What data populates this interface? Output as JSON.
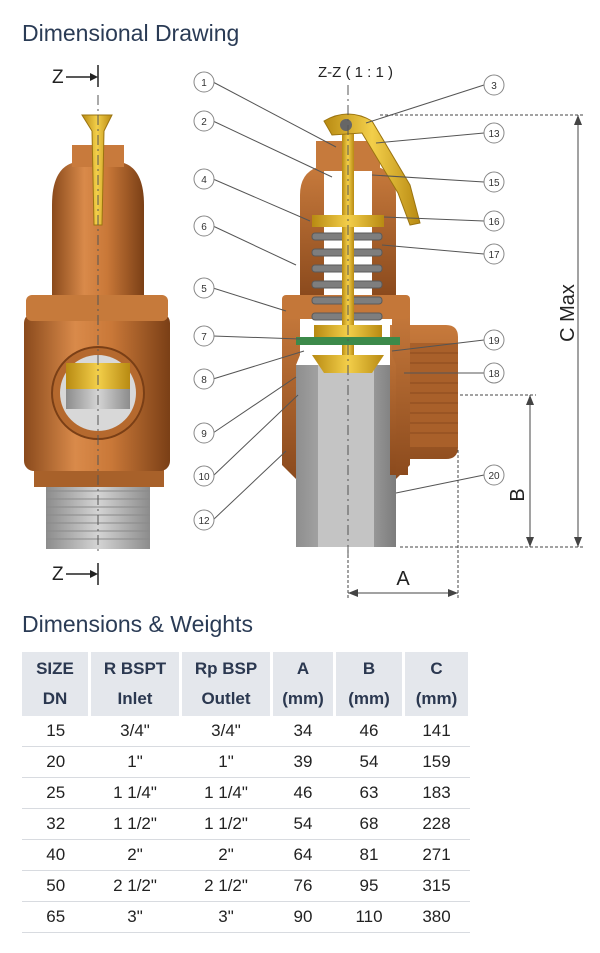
{
  "drawing_title": "Dimensional Drawing",
  "drawing": {
    "section_label": "Z-Z ( 1 : 1 )",
    "section_marker_top": "Z",
    "section_marker_bottom": "Z",
    "callouts_left": [
      "1",
      "2",
      "4",
      "6",
      "5",
      "7",
      "8",
      "9",
      "10",
      "12"
    ],
    "callouts_right": [
      "3",
      "13",
      "15",
      "16",
      "17",
      "19",
      "18",
      "20"
    ],
    "dim_a": "A",
    "dim_b": "B",
    "dim_c": "C Max"
  },
  "table_title": "Dimensions & Weights",
  "table": {
    "headers": [
      [
        "SIZE",
        "DN"
      ],
      [
        "R BSPT",
        "Inlet"
      ],
      [
        "Rp BSP",
        "Outlet"
      ],
      [
        "A",
        "(mm)"
      ],
      [
        "B",
        "(mm)"
      ],
      [
        "C",
        "(mm)"
      ]
    ],
    "rows": [
      [
        "15",
        "3/4\"",
        "3/4\"",
        "34",
        "46",
        "141"
      ],
      [
        "20",
        "1\"",
        "1\"",
        "39",
        "54",
        "159"
      ],
      [
        "25",
        "1 1/4\"",
        "1 1/4\"",
        "46",
        "63",
        "183"
      ],
      [
        "32",
        "1 1/2\"",
        "1 1/2\"",
        "54",
        "68",
        "228"
      ],
      [
        "40",
        "2\"",
        "2\"",
        "64",
        "81",
        "271"
      ],
      [
        "50",
        "2 1/2\"",
        "2 1/2\"",
        "76",
        "95",
        "315"
      ],
      [
        "65",
        "3\"",
        "3\"",
        "90",
        "110",
        "380"
      ]
    ]
  }
}
